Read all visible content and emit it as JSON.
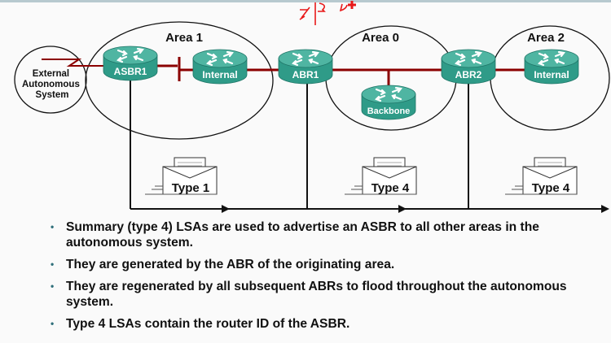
{
  "title_annotation": "handwritten red scribble",
  "external_system": {
    "lines": [
      "External",
      "Autonomous",
      "System"
    ]
  },
  "areas": [
    {
      "id": "area1",
      "label": "Area 1"
    },
    {
      "id": "area0",
      "label": "Area 0"
    },
    {
      "id": "area2",
      "label": "Area 2"
    }
  ],
  "routers": {
    "asbr1": "ASBR1",
    "internal1": "Internal",
    "abr1": "ABR1",
    "backbone": "Backbone",
    "abr2": "ABR2",
    "internal2": "Internal"
  },
  "lsas": [
    {
      "label": "Type 1"
    },
    {
      "label": "Type 4"
    },
    {
      "label": "Type 4"
    }
  ],
  "colors": {
    "router_fill": "#2f9b88",
    "router_top": "#4fb5a2",
    "link": "#8b0000",
    "annotation": "#e81818"
  },
  "bullets": [
    "Summary (type 4) LSAs are used to advertise an ASBR to all other areas in the autonomous system.",
    "They are generated by the ABR of the originating area.",
    "They are regenerated by all subsequent ABRs to flood throughout the autonomous system.",
    "Type 4 LSAs contain the router ID of the ASBR."
  ],
  "bullet_glyph": "•"
}
